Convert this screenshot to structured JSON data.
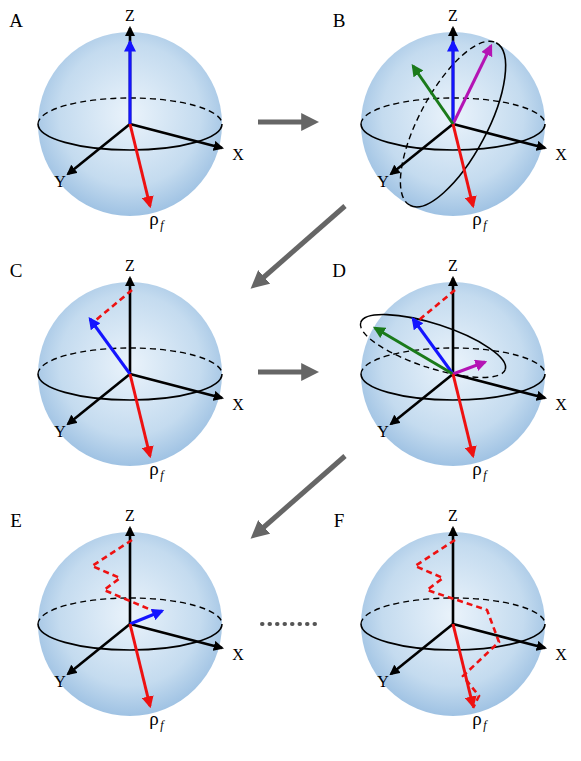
{
  "diagram": {
    "labels": [
      "A",
      "Z",
      "X",
      "Y",
      "ρ",
      "f",
      "B",
      "Z",
      "X",
      "Y",
      "ρ",
      "f",
      "C",
      "Z",
      "X",
      "Y",
      "ρ",
      "f",
      "D",
      "Z",
      "X",
      "Y",
      "ρ",
      "f",
      "E",
      "Z",
      "X",
      "Y",
      "ρ",
      "f",
      "F",
      "Z",
      "X",
      "Y",
      "ρ",
      "f"
    ]
  }
}
